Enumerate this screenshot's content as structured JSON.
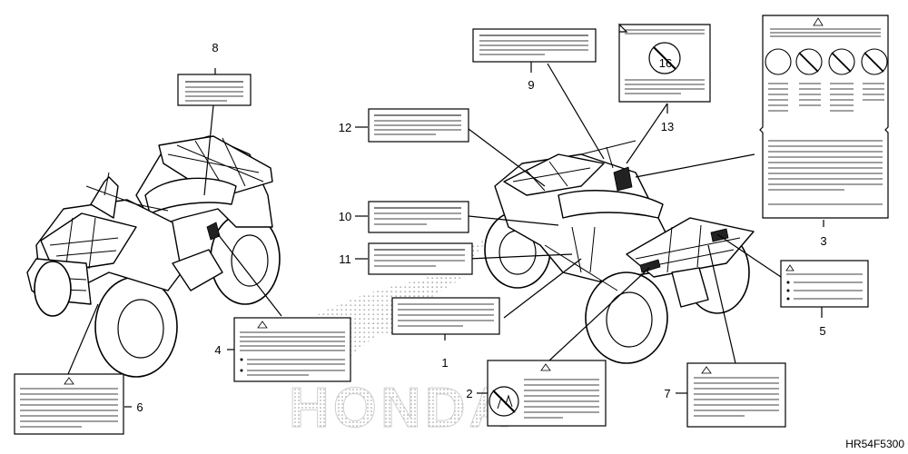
{
  "callouts": [
    "1",
    "2",
    "3",
    "4",
    "5",
    "6",
    "7",
    "8",
    "9",
    "10",
    "11",
    "12",
    "13"
  ],
  "icon_number": "16",
  "brand_watermark": "HONDA",
  "diagram_code": "HR54F5300"
}
